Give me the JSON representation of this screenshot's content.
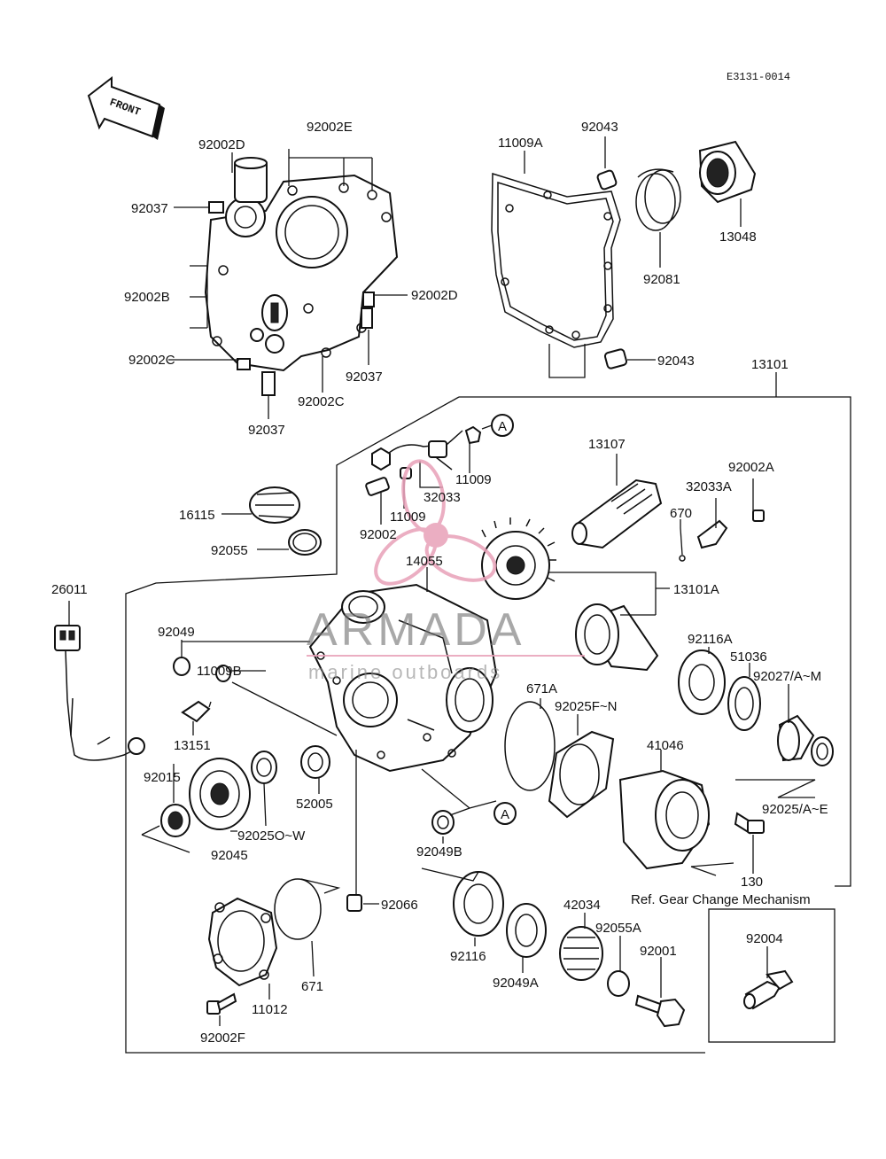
{
  "diagram_code": "E3131-0014",
  "front_label": "FRONT",
  "section_note": "Ref. Gear Change Mechanism",
  "ref_marker": "A",
  "watermark": {
    "brand": "ARMADA",
    "tagline": "marine outboards",
    "color": "#e8a0b8"
  },
  "labels": {
    "p92002E": "92002E",
    "p92002D_top": "92002D",
    "p92037_a": "92037",
    "p92002B": "92002B",
    "p92002D_right": "92002D",
    "p92002C_left": "92002C",
    "p92037_b": "92037",
    "p92002C_bottom": "92002C",
    "p92037_c": "92037",
    "p11009A": "11009A",
    "p92043_top": "92043",
    "p92081": "92081",
    "p13048": "13048",
    "p92043_bottom": "92043",
    "p13101": "13101",
    "p11009_a": "11009",
    "p32033": "32033",
    "p11009_b": "11009",
    "p92002": "92002",
    "p16115": "16115",
    "p92055": "92055",
    "p14055": "14055",
    "p13107": "13107",
    "p92002A": "92002A",
    "p32033A": "32033A",
    "p670": "670",
    "p13101A": "13101A",
    "p26011": "26011",
    "p92049": "92049",
    "p11009B": "11009B",
    "p13151": "13151",
    "p671A": "671A",
    "p92025FN": "92025F~N",
    "p92116A": "92116A",
    "p51036": "51036",
    "p92027AM": "92027/A~M",
    "p52005": "52005",
    "p92015": "92015",
    "p92025OW": "92025O~W",
    "p92045": "92045",
    "p41046": "41046",
    "p92025AE": "92025/A~E",
    "p130": "130",
    "p92049B": "92049B",
    "p92066": "92066",
    "p671": "671",
    "p11012": "11012",
    "p92002F": "92002F",
    "p92116": "92116",
    "p92049A": "92049A",
    "p42034": "42034",
    "p92055A": "92055A",
    "p92001": "92001",
    "p92004": "92004"
  }
}
